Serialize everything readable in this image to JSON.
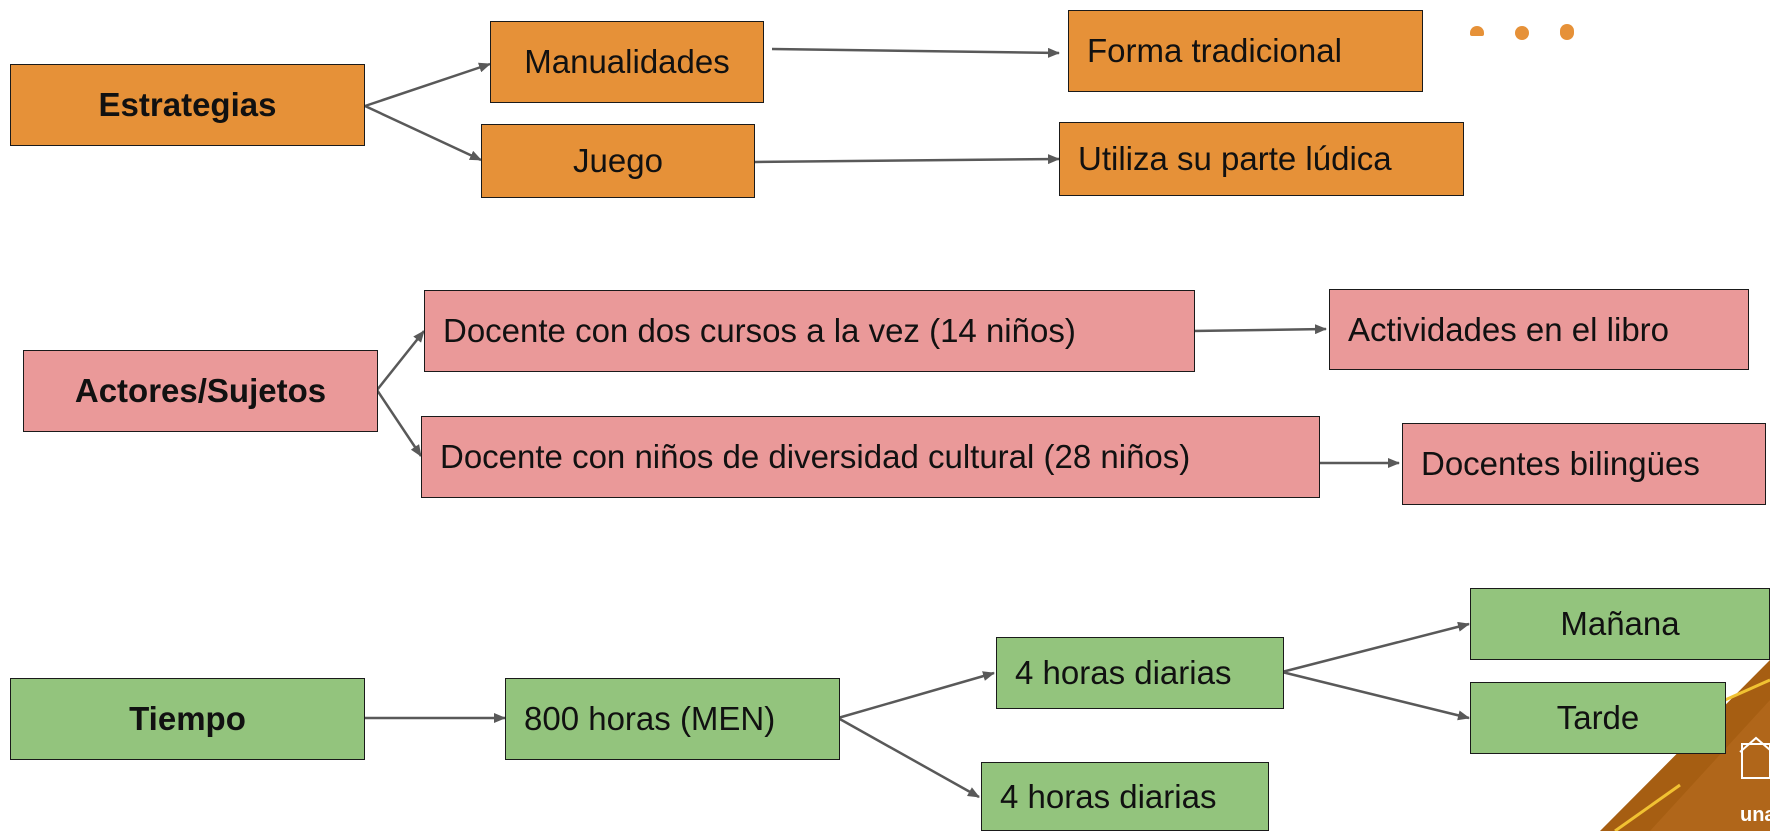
{
  "diagram": {
    "estrategias": {
      "root": "Estrategias",
      "manualidades": "Manualidades",
      "juego": "Juego",
      "forma_tradicional": "Forma tradicional",
      "parte_ludica": "Utiliza su parte lúdica"
    },
    "actores": {
      "root": "Actores/Sujetos",
      "docente_dos_cursos": "Docente con dos cursos a la vez (14 niños)",
      "docente_diversidad": "Docente con niños de diversidad cultural (28 niños)",
      "actividades_libro": "Actividades en el libro",
      "docentes_bilingues": "Docentes bilingües"
    },
    "tiempo": {
      "root": "Tiempo",
      "horas_men": "800 horas (MEN)",
      "horas_diarias_1": "4 horas diarias",
      "horas_diarias_2": "4 horas diarias",
      "manana": "Mañana",
      "tarde": "Tarde"
    },
    "colors": {
      "estrategias": "#e69138",
      "actores": "#ea9999",
      "tiempo": "#93c47d",
      "arrow": "#595959"
    }
  },
  "logo": {
    "text": "una"
  }
}
